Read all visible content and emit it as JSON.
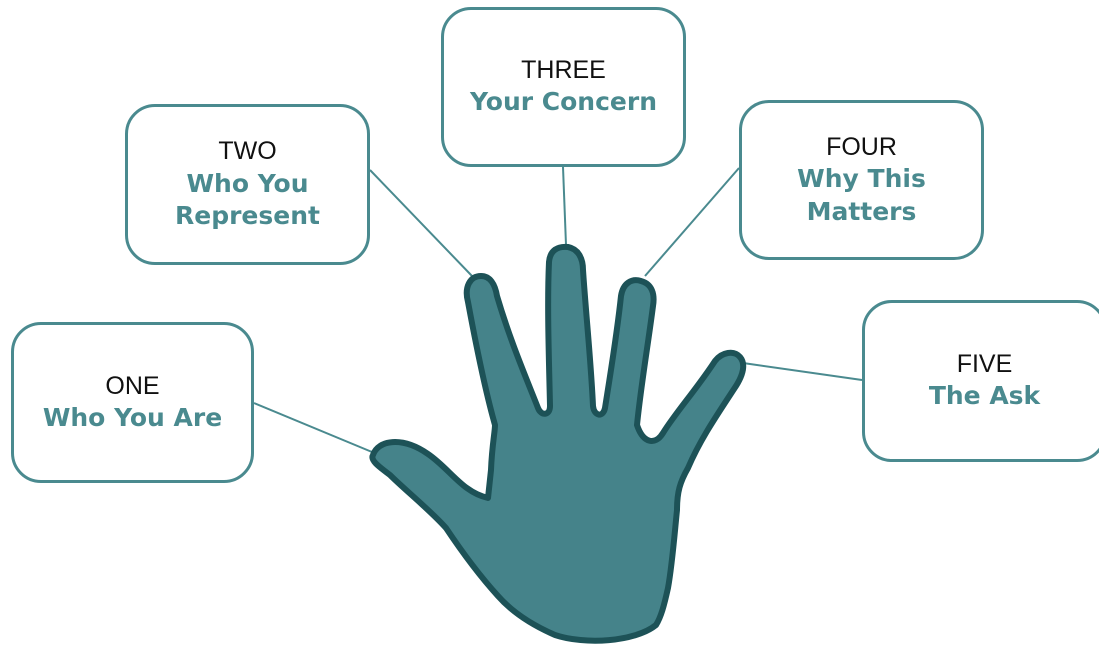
{
  "colors": {
    "accent": "#4a8a8f",
    "hand_fill": "#45838a",
    "hand_outline": "#1d5257",
    "text": "#111111"
  },
  "steps": [
    {
      "number": "ONE",
      "label": "Who You Are"
    },
    {
      "number": "TWO",
      "label": "Who You Represent"
    },
    {
      "number": "THREE",
      "label": "Your Concern"
    },
    {
      "number": "FOUR",
      "label": "Why This Matters"
    },
    {
      "number": "FIVE",
      "label": "The Ask"
    }
  ]
}
